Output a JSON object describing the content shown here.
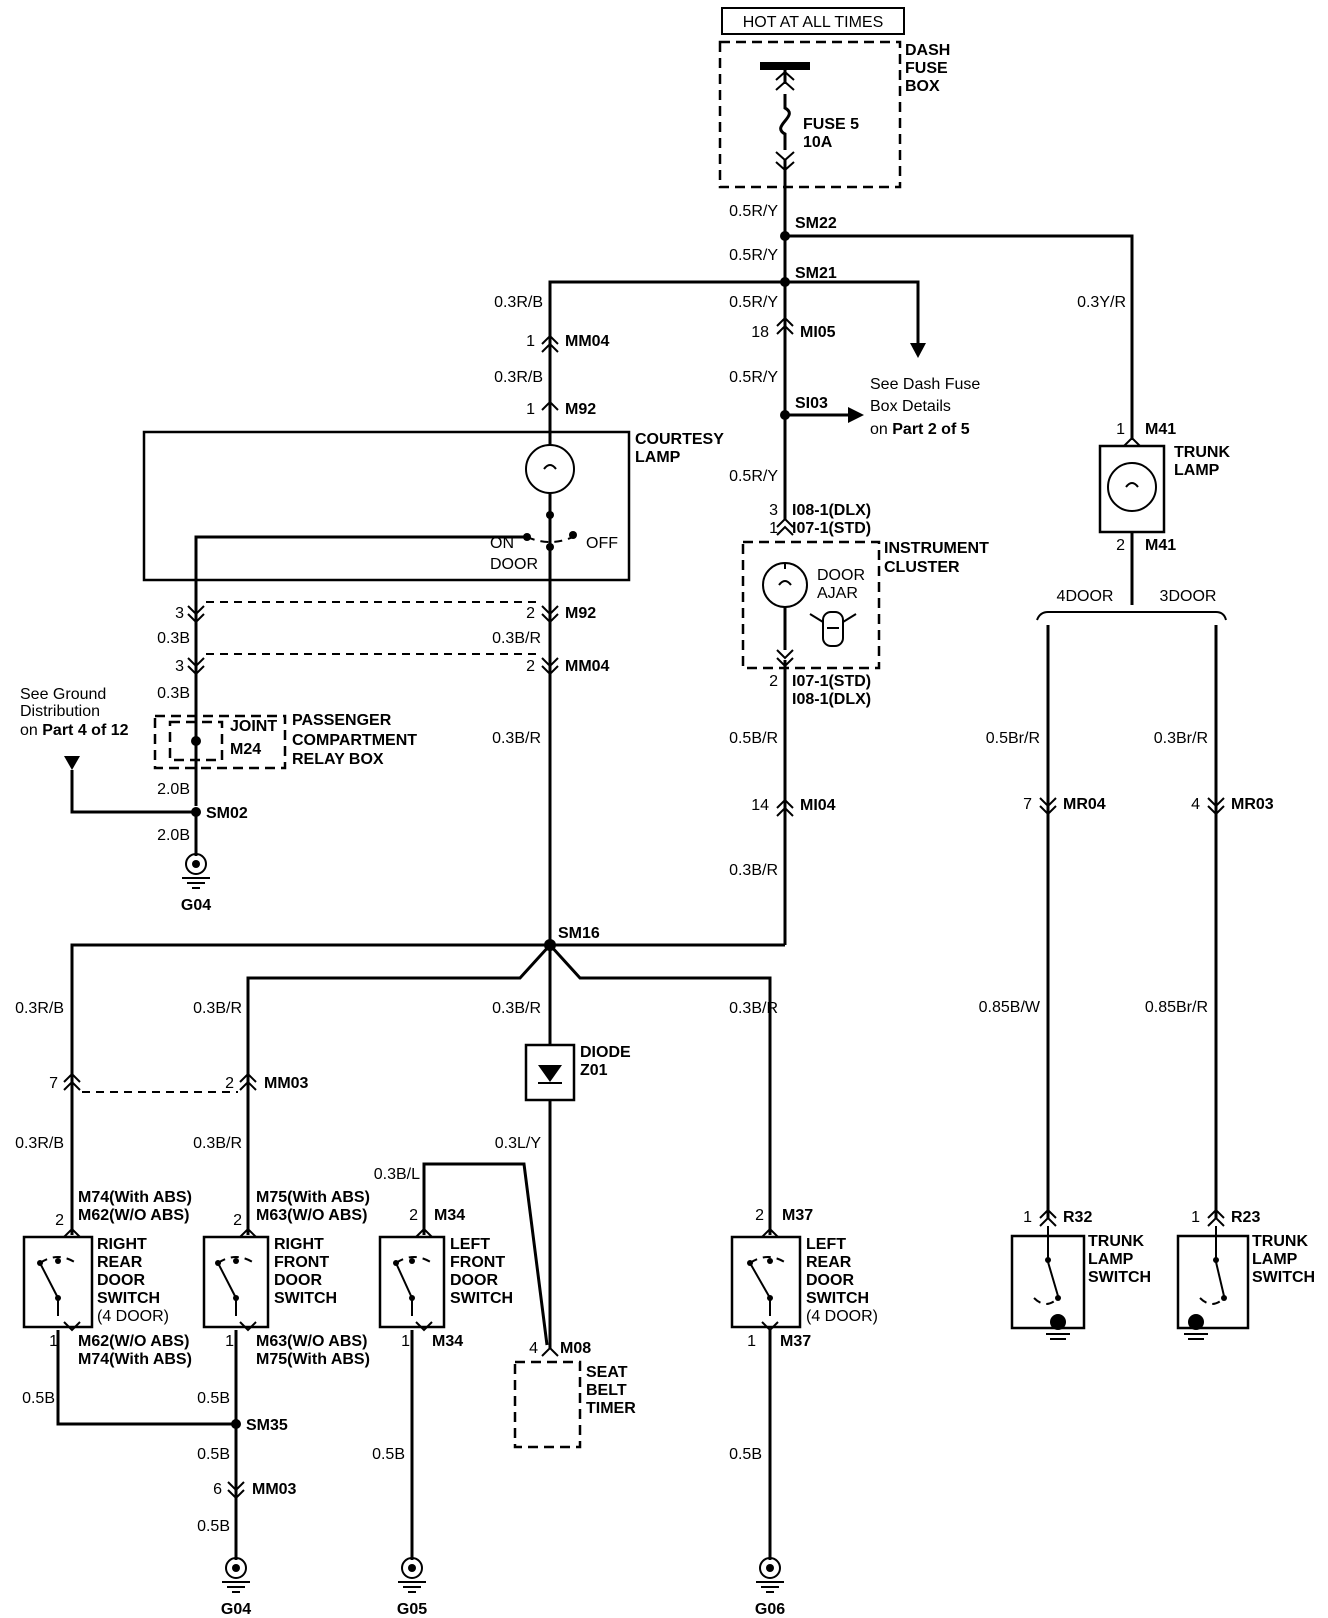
{
  "top": {
    "hot_label": "HOT AT ALL TIMES",
    "dash_fuse_box": [
      "DASH",
      "FUSE",
      "BOX"
    ],
    "fuse_name": "FUSE 5",
    "fuse_rating": "10A"
  },
  "splices": {
    "sm22": "SM22",
    "sm21": "SM21",
    "si03": "SI03",
    "sm16": "SM16",
    "sm02": "SM02",
    "sm35": "SM35"
  },
  "wires": {
    "fuse_out": "0.5R/Y",
    "sm22_sm21": "0.5R/Y",
    "sm21_mi05": "0.5R/Y",
    "mi05_si03": "0.5R/Y",
    "si03_cluster": "0.5R/Y",
    "trunk_feed": "0.3Y/R",
    "courtesy_top1": "0.3R/B",
    "courtesy_top2": "0.3R/B",
    "m92_door": "0.3B/R",
    "left_gnd1": "0.3B",
    "left_gnd2": "0.3B",
    "relay_gnd1": "2.0B",
    "relay_gnd2": "2.0B",
    "courtesy_down": "0.3B/R",
    "cluster_out": "0.5B/R",
    "mi04_out": "0.3B/R",
    "trunk_4door": "0.5Br/R",
    "trunk_3door": "0.3Br/R",
    "r32_wire": "0.85B/W",
    "r23_wire": "0.85Br/R",
    "branch_rr": "0.3R/B",
    "branch_rf": "0.3B/R",
    "branch_diode": "0.3B/R",
    "branch_lr": "0.3B/R",
    "rr_after": "0.3R/B",
    "rf_after": "0.3B/R",
    "diode_out": "0.3L/Y",
    "lf_feed": "0.3B/L",
    "rr_gnd": "0.5B",
    "rf_gnd": "0.5B",
    "sm35_out": "0.5B",
    "mm03_out": "0.5B",
    "lf_gnd": "0.5B",
    "lr_gnd": "0.5B"
  },
  "connectors": {
    "mm04_top": {
      "pin": "1",
      "name": "MM04"
    },
    "m92_top": {
      "pin": "1",
      "name": "M92"
    },
    "mi05": {
      "pin": "18",
      "name": "MI05"
    },
    "m92_bot_left": {
      "pin": "3"
    },
    "m92_bot": {
      "pin": "2",
      "name": "M92"
    },
    "mm04_bot_left": {
      "pin": "3"
    },
    "mm04_bot": {
      "pin": "2",
      "name": "MM04"
    },
    "i08_top": {
      "pin": "3",
      "name": "I08-1(DLX)"
    },
    "i07_top": {
      "pin": "1",
      "name": "I07-1(STD)"
    },
    "i07_bot": {
      "pin": "2",
      "name": "I07-1(STD)"
    },
    "i08_bot": {
      "name": "I08-1(DLX)"
    },
    "mi04": {
      "pin": "14",
      "name": "MI04"
    },
    "m41_top": {
      "pin": "1",
      "name": "M41"
    },
    "m41_bot": {
      "pin": "2",
      "name": "M41"
    },
    "mr04": {
      "pin": "7",
      "name": "MR04"
    },
    "mr03": {
      "pin": "4",
      "name": "MR03"
    },
    "mm03_left": {
      "pin": "7"
    },
    "mm03": {
      "pin": "2",
      "name": "MM03"
    },
    "rr_top": {
      "pin": "2",
      "name1": "M74(With ABS)",
      "name2": "M62(W/O ABS)"
    },
    "rf_top": {
      "pin": "2",
      "name1": "M75(With ABS)",
      "name2": "M63(W/O ABS)"
    },
    "lf_top": {
      "pin": "2",
      "name": "M34"
    },
    "lr_top": {
      "pin": "2",
      "name": "M37"
    },
    "rr_bot": {
      "pin": "1",
      "name1": "M62(W/O ABS)",
      "name2": "M74(With ABS)"
    },
    "rf_bot": {
      "pin": "1",
      "name1": "M63(W/O ABS)",
      "name2": "M75(With ABS)"
    },
    "lf_bot": {
      "pin": "1",
      "name": "M34"
    },
    "lr_bot": {
      "pin": "1",
      "name": "M37"
    },
    "m08": {
      "pin": "4",
      "name": "M08"
    },
    "mm03_bot": {
      "pin": "6",
      "name": "MM03"
    },
    "r32": {
      "pin": "1",
      "name": "R32"
    },
    "r23": {
      "pin": "1",
      "name": "R23"
    }
  },
  "components": {
    "courtesy_lamp": [
      "COURTESY",
      "LAMP"
    ],
    "switch_on": "ON",
    "switch_door": "DOOR",
    "switch_off": "OFF",
    "instrument_cluster": [
      "INSTRUMENT",
      "CLUSTER"
    ],
    "door_ajar": [
      "DOOR",
      "AJAR"
    ],
    "trunk_lamp": [
      "TRUNK",
      "LAMP"
    ],
    "four_door": "4DOOR",
    "three_door": "3DOOR",
    "joint": "JOINT",
    "joint_id": "M24",
    "relay_box": [
      "PASSENGER",
      "COMPARTMENT",
      "RELAY BOX"
    ],
    "diode": "DIODE",
    "diode_id": "Z01",
    "rr_switch": [
      "RIGHT",
      "REAR",
      "DOOR",
      "SWITCH",
      "(4 DOOR)"
    ],
    "rf_switch": [
      "RIGHT",
      "FRONT",
      "DOOR",
      "SWITCH"
    ],
    "lf_switch": [
      "LEFT",
      "FRONT",
      "DOOR",
      "SWITCH"
    ],
    "lr_switch": [
      "LEFT",
      "REAR",
      "DOOR",
      "SWITCH",
      "(4 DOOR)"
    ],
    "seat_belt": [
      "SEAT",
      "BELT",
      "TIMER"
    ],
    "trunk_switch_a": [
      "TRUNK",
      "LAMP",
      "SWITCH"
    ],
    "trunk_switch_b": [
      "TRUNK",
      "LAMP",
      "SWITCH"
    ]
  },
  "notes": {
    "dash_fuse_ref": [
      "See Dash Fuse",
      "Box Details"
    ],
    "dash_fuse_ref_prefix": "on",
    "dash_fuse_ref_part": "Part 2 of 5",
    "ground_ref": [
      "See Ground",
      "Distribution"
    ],
    "ground_ref_prefix": "on",
    "ground_ref_part": "Part 4 of 12"
  },
  "grounds": {
    "g04_top": "G04",
    "g04_bot": "G04",
    "g05": "G05",
    "g06": "G06"
  }
}
